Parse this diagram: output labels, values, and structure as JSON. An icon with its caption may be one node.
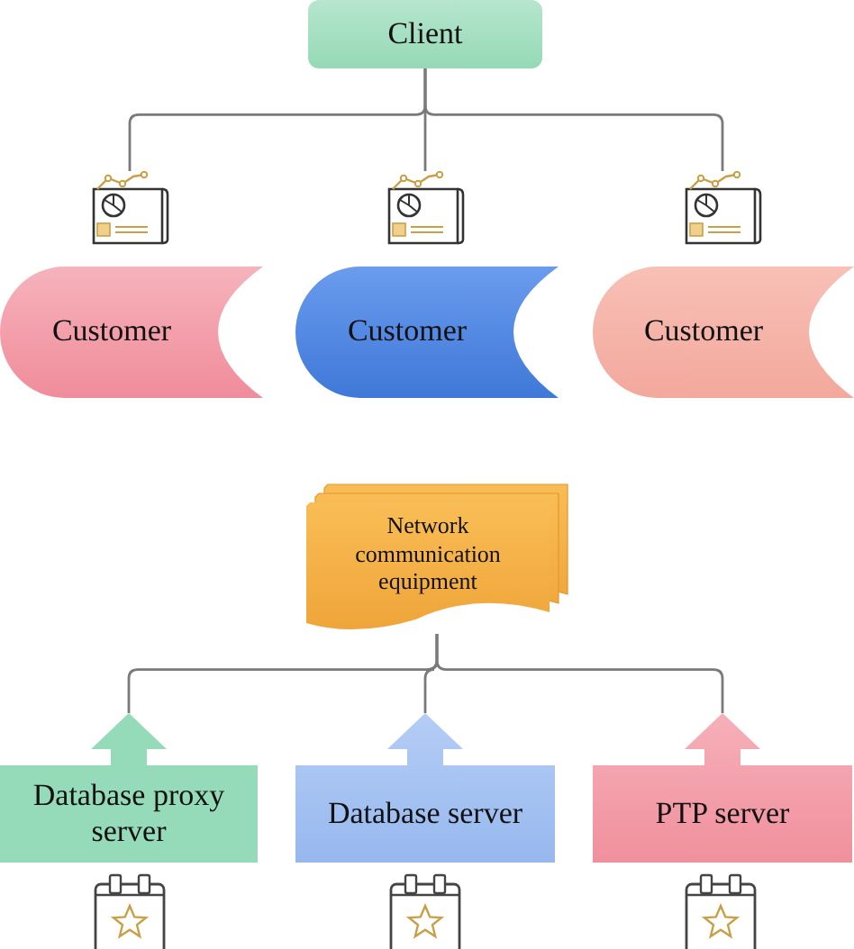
{
  "diagram": {
    "nodes": [
      {
        "text": [
          "Client"
        ]
      },
      {
        "text": [],
        "shape": "picture"
      },
      {
        "text": [],
        "shape": "picture"
      },
      {
        "text": [],
        "shape": "picture"
      },
      {
        "text": [
          "Customer"
        ]
      },
      {
        "text": [
          "Customer"
        ]
      },
      {
        "text": [
          "Customer"
        ]
      },
      {
        "text": [
          "Network communication equipment"
        ]
      },
      {
        "text": [
          "Database proxy server"
        ]
      },
      {
        "text": [
          "Database server"
        ]
      },
      {
        "text": [
          "PTP server"
        ]
      }
    ],
    "edges": [
      {
        "from": 0,
        "to": 1,
        "arrow": "none"
      },
      {
        "from": 0,
        "to": 2,
        "arrow": "none"
      },
      {
        "from": 0,
        "to": 3,
        "arrow": "none"
      },
      {
        "from": 7,
        "to": 8,
        "arrow": "none"
      },
      {
        "from": 7,
        "to": 9,
        "arrow": "none"
      },
      {
        "from": 7,
        "to": 10,
        "arrow": "none"
      }
    ]
  }
}
